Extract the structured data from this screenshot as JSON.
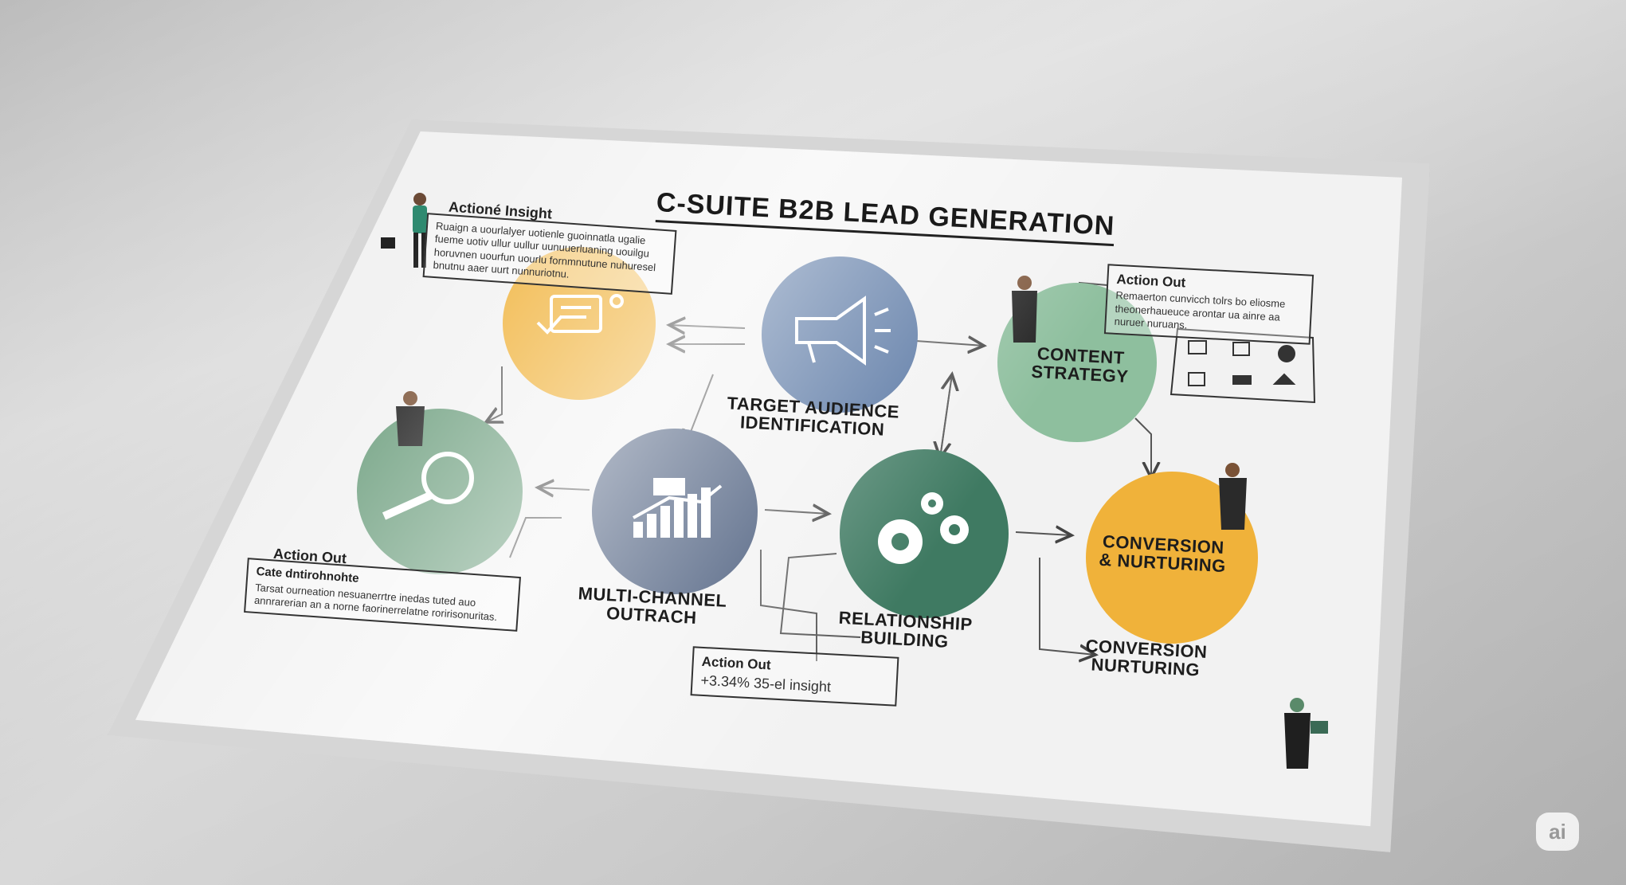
{
  "title": "C-SUITE B2B LEAD GENERATION",
  "nodes": {
    "target": {
      "label_line1": "TARGET AUDIENCE",
      "label_line2": "IDENTIFICATION"
    },
    "content": {
      "label_line1": "CONTENT",
      "label_line2": "STRATEGY"
    },
    "outreach": {
      "label_line1": "MULTI-CHANNEL",
      "label_line2": "OUTRACH"
    },
    "relationship": {
      "label_line1": "RELATIONSHIP",
      "label_line2": "BUILDING"
    },
    "conversion": {
      "label_line1": "CONVERSION",
      "label_line2": "& NURTURING"
    },
    "conversion_caption": {
      "line1": "CONVERSION",
      "line2": "NURTURING"
    }
  },
  "callouts": {
    "top_left": {
      "heading": "Actioné Insight",
      "body": "Ruaign a uourlalyer uotienle guoinnatla ugalie fueme uotiv ullur uullur uunuuerluaning uouilgu horuvnen uourfun uourlu fornmnutune nuhuresel bnutnu aaer uurt nunnuriotnu."
    },
    "top_right": {
      "heading": "Action Out",
      "body": "Remaerton cunvicch tolrs bo eliosme theonerhaueuce arontar ua ainre aa nuruer nuruans."
    },
    "bottom_left": {
      "heading": "Action Out",
      "subheading": "Cate dntirohnohte",
      "body": "Tarsat ourneation nesuanerrtre inedas tuted auo annrarerian an a norne faorinerrelatne roririsonuritas."
    },
    "bottom_center": {
      "heading": "Action Out",
      "body": "+3.34% 35-el insight"
    }
  },
  "colors": {
    "yellow": "#f0b23a",
    "blue": "#4f6f9e",
    "navy": "#3b4f72",
    "green": "#6e9f7f",
    "dark_green": "#3f7a62",
    "light_green": "#8ebf9e"
  },
  "badge": "ai"
}
